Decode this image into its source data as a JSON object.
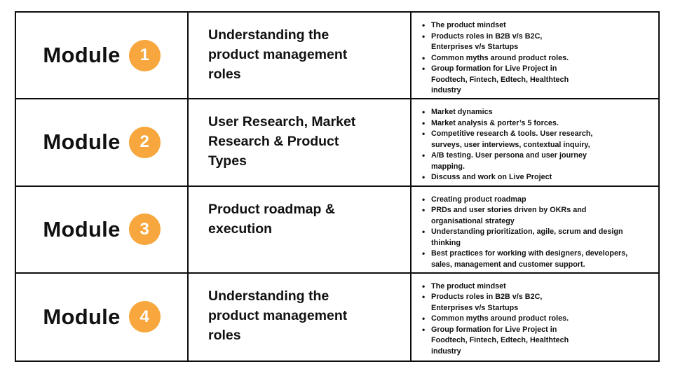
{
  "colors": {
    "background": "#ffffff",
    "border": "#0d0d0d",
    "text": "#111111",
    "accent": "#f7a73d",
    "badge_text": "#ffffff"
  },
  "modules": [
    {
      "label": "Module",
      "number": "1",
      "title": "Understanding the\nproduct management\nroles",
      "bullets": [
        "The product mindset",
        "Products roles in B2B v/s B2C,\nEnterprises v/s Startups",
        "Common myths around product roles.",
        "Group formation for Live Project in\nFoodtech, Fintech, Edtech, Healthtech\nindustry"
      ]
    },
    {
      "label": "Module",
      "number": "2",
      "title": "User Research, Market\nResearch & Product\nTypes",
      "bullets": [
        "Market dynamics",
        "Market analysis & porter’s 5 forces.",
        "Competitive research & tools. User research,\nsurveys, user interviews, contextual inquiry,",
        "A/B testing. User persona and user journey\nmapping.",
        "Discuss and work on Live Project"
      ]
    },
    {
      "label": "Module",
      "number": "3",
      "title": "Product roadmap &\nexecution",
      "bullets": [
        "Creating product roadmap",
        "PRDs and user stories driven by OKRs and\norganisational strategy",
        "Understanding prioritization, agile, scrum and design\nthinking",
        "Best practices for working with designers, developers,\nsales, management and customer support."
      ]
    },
    {
      "label": "Module",
      "number": "4",
      "title": "Understanding the\nproduct management\nroles",
      "bullets": [
        "The product mindset",
        "Products roles in B2B v/s B2C,\nEnterprises v/s Startups",
        "Common myths around product roles.",
        "Group formation for Live Project in\nFoodtech, Fintech, Edtech, Healthtech\nindustry"
      ]
    }
  ]
}
